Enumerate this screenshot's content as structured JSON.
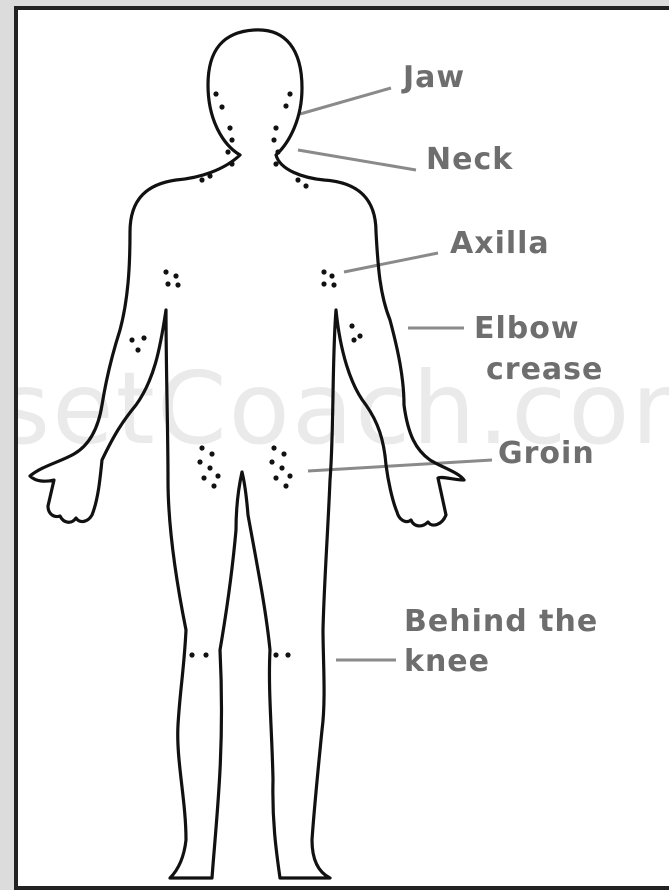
{
  "watermark": "setCoach.com",
  "labels": {
    "jaw": "Jaw",
    "neck": "Neck",
    "axilla": "Axilla",
    "elbow_line1": "Elbow",
    "elbow_line2": "crease",
    "groin": "Groin",
    "knee_line1": "Behind the",
    "knee_line2": "knee"
  },
  "colors": {
    "label_text": "#6e6e6e",
    "leader_line": "#8a8a8a",
    "outline": "#111111",
    "frame": "#222222",
    "background": "#dcdcdc"
  }
}
